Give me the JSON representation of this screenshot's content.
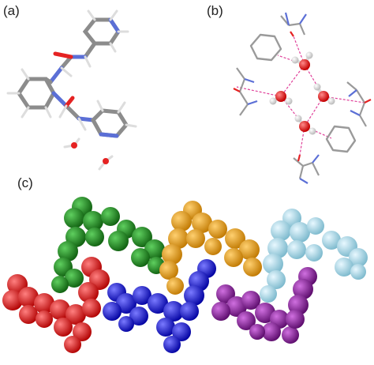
{
  "panels": [
    {
      "id": "a",
      "label": "(a)"
    },
    {
      "id": "b",
      "label": "(b)"
    },
    {
      "id": "c",
      "label": "(c)"
    }
  ],
  "colors": {
    "carbon": "#8c8c8c",
    "nitrogen": "#5b6fd6",
    "oxygen": "#e52222",
    "hydrogen": "#e8e8e8",
    "hbond": "#e0409a",
    "molecule_green": "#1a8a1a",
    "molecule_orange": "#f0a010",
    "molecule_skyblue": "#9fd9ea",
    "molecule_red": "#f01414",
    "molecule_blue": "#1414e6",
    "molecule_purple": "#8a1a9a"
  }
}
